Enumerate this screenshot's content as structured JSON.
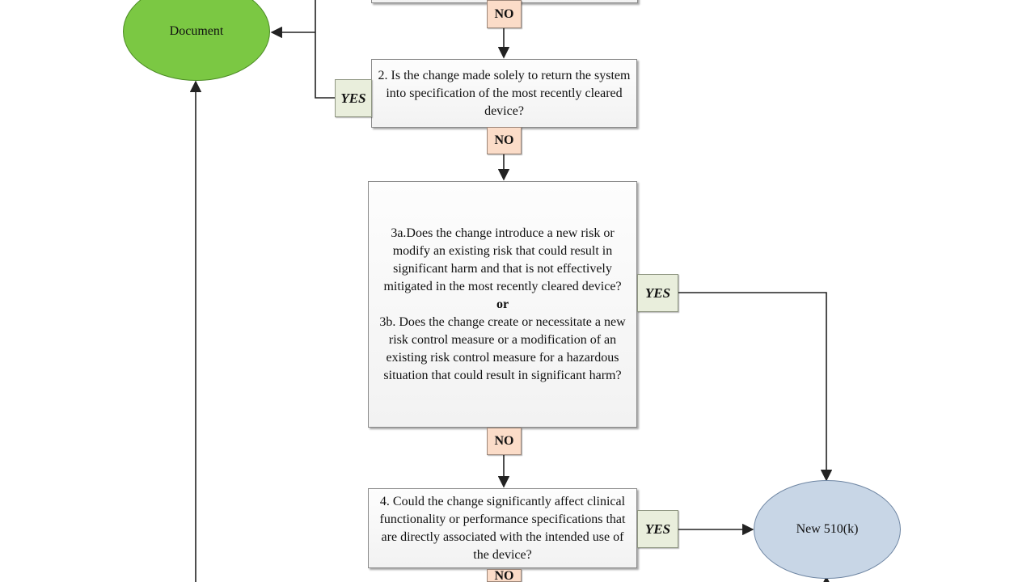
{
  "terminals": {
    "document": "Document",
    "new_510k": "New 510(k)"
  },
  "questions": {
    "q2": "2. Is the change made solely to return the system into specification of the most recently cleared device?",
    "q3a": "3a.Does the change introduce a new risk or modify an existing risk that could result in significant harm and that is not effectively mitigated in the most recently cleared device?",
    "q3_or": "or",
    "q3b": "3b. Does the change create or necessitate a new risk control measure or a modification of an existing risk control measure for a hazardous situation that could result in significant harm?",
    "q4": "4. Could the change significantly affect clinical functionality or performance specifications that are directly associated with the intended use of the device?"
  },
  "labels": {
    "no": "NO",
    "yes": "YES"
  },
  "colors": {
    "document_fill": "#7bc843",
    "new_510k_fill": "#c8d6e6",
    "no_tag_fill": "#fbdcc8",
    "yes_tag_fill": "#e9eedc",
    "connector": "#222222"
  }
}
